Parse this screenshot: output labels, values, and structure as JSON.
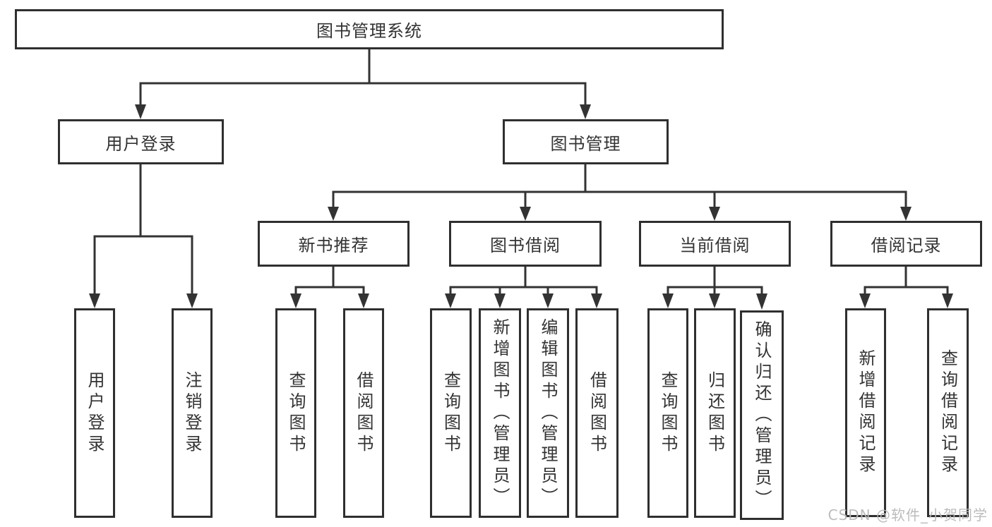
{
  "diagram_type": "hierarchy-tree",
  "colors": {
    "line": "#333333",
    "box_border": "#2f2f2f",
    "text": "#333333",
    "background": "#ffffff",
    "watermark": "#b9b9b9"
  },
  "tree": {
    "label": "图书管理系统",
    "children": [
      {
        "label": "用户登录",
        "children": [
          {
            "label": "用户登录"
          },
          {
            "label": "注销登录"
          }
        ]
      },
      {
        "label": "图书管理",
        "children": [
          {
            "label": "新书推荐",
            "children": [
              {
                "label": "查询图书"
              },
              {
                "label": "借阅图书"
              }
            ]
          },
          {
            "label": "图书借阅",
            "children": [
              {
                "label": "查询图书"
              },
              {
                "label": "新增图书（管理员）"
              },
              {
                "label": "编辑图书（管理员）"
              },
              {
                "label": "借阅图书"
              }
            ]
          },
          {
            "label": "当前借阅",
            "children": [
              {
                "label": "查询图书"
              },
              {
                "label": "归还图书"
              },
              {
                "label": "确认归还（管理员）"
              }
            ]
          },
          {
            "label": "借阅记录",
            "children": [
              {
                "label": "新增借阅记录"
              },
              {
                "label": "查询借阅记录"
              }
            ]
          }
        ]
      }
    ]
  },
  "watermark": {
    "text": "CSDN @软件_小贺同学"
  }
}
